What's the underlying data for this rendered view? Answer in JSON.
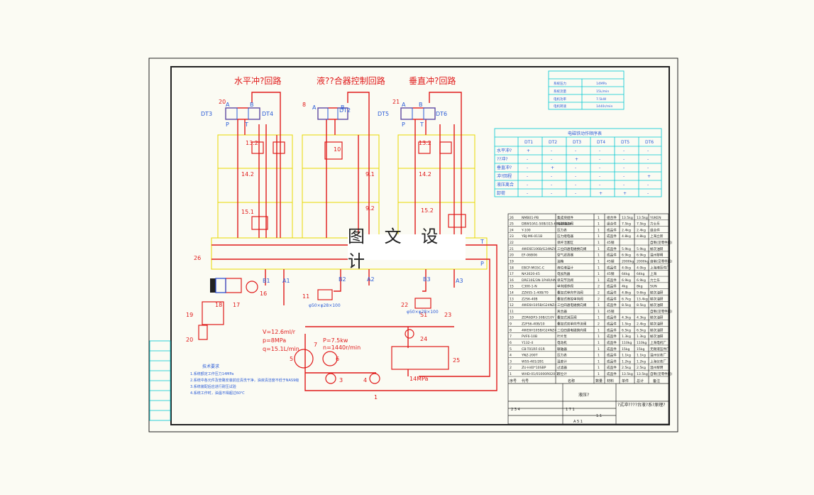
{
  "drawing": {
    "circuit_titles": [
      "水平冲?回路",
      "液??合器控制回路",
      "垂直冲?回路"
    ],
    "watermark": "图 文 设 计",
    "component_labels": [
      "20",
      "A",
      "B",
      "DT3",
      "DT4",
      "P",
      "T",
      "8",
      "A",
      "B",
      "DT2",
      "21",
      "A",
      "B",
      "DT5",
      "DT6",
      "P",
      "T",
      "13.2",
      "10",
      "13.2",
      "14.2",
      "9.1",
      "14.2",
      "15.1",
      "9.2",
      "15.2",
      "26",
      "T",
      "P",
      "B1",
      "A1",
      "B2",
      "A2",
      "B3",
      "A3",
      "16",
      "17",
      "18",
      "11",
      "22",
      "S1",
      "23",
      "19",
      "20",
      "7",
      "5",
      "6",
      "24",
      "25",
      "3",
      "4",
      "1",
      "14MPa"
    ],
    "specs_left": [
      "V=12.6ml/r",
      "p=8MPa",
      "q=15.1L/min"
    ],
    "specs_right": [
      "P=7.5kw",
      "n=1440r/min"
    ],
    "tech_note_title": "技术要求",
    "tech_notes": [
      "1.系统额定工作压力14MPa",
      "2.系统中各元件及管路安装前应清洗干净，油液清洁度不低于NAS9级",
      "3.系统装配后应进行耐压试验",
      "4.系统工作时，油温不得超过60℃"
    ],
    "cylinder_note_1": "φ50×φ28×100",
    "cylinder_note_2": "φ50×φ28×100"
  },
  "param_table": {
    "rows": [
      [
        "系统压力",
        "14MPa"
      ],
      [
        "系统流量",
        "15L/min"
      ],
      [
        "电机功率",
        "7.5kW"
      ],
      [
        "电机转速",
        "1440r/min"
      ]
    ]
  },
  "action_table": {
    "title": "电磁铁动作顺序表",
    "headers": [
      "DT1",
      "DT2",
      "DT3",
      "DT4",
      "DT5",
      "DT6"
    ],
    "rows": [
      {
        "label": "水平冲?",
        "cells": [
          "+",
          "-",
          "-",
          "-",
          "-",
          "-"
        ]
      },
      {
        "label": "??冲?",
        "cells": [
          "-",
          "-",
          "+",
          "-",
          "-",
          "-"
        ]
      },
      {
        "label": "垂直冲?",
        "cells": [
          "-",
          "+",
          "-",
          "-",
          "-",
          "-"
        ]
      },
      {
        "label": "冲?回程",
        "cells": [
          "-",
          "-",
          "-",
          "-",
          "-",
          "+"
        ]
      },
      {
        "label": "液压离合",
        "cells": [
          "-",
          "-",
          "-",
          "-",
          "-",
          "-"
        ]
      },
      {
        "label": "卸荷",
        "cells": [
          "-",
          "-",
          "-",
          "+",
          "+",
          "-"
        ]
      }
    ]
  },
  "parts_list": {
    "rows": [
      [
        "26",
        "NMB01-PB",
        "集成块组件",
        "1",
        "组合件",
        "13.5kg",
        "13.5kg",
        "YUKEN"
      ],
      [
        "25",
        "DBW10A1-50B/315-6EG24NZ4",
        "电磁溢流阀",
        "1",
        "组合件",
        "7.5kg",
        "7.5kg",
        "力士乐"
      ],
      [
        "24",
        "Y-100",
        "压力表",
        "1",
        "成品件",
        "2.4kg",
        "2.4kg",
        "组合件"
      ],
      [
        "23",
        "YBJ-M6-011B",
        "压力继电器",
        "1",
        "成品件",
        "4.8kg",
        "4.8kg",
        "上海立新"
      ],
      [
        "22",
        "",
        "单杆活塞缸",
        "1",
        "45钢",
        "",
        "",
        "自制(见零件图)"
      ],
      [
        "21",
        "4WE6E106B/G24NZ4",
        "三位四通电磁换向阀",
        "1",
        "成品件",
        "5.9kg",
        "5.9kg",
        "榆次油研"
      ],
      [
        "20",
        "EF-06B06",
        "空气滤清器",
        "1",
        "成品件",
        "6.9kg",
        "6.9kg",
        "温州黎明"
      ],
      [
        "19",
        "",
        "油箱",
        "1",
        "45钢",
        "2000kg",
        "2000kg",
        "自制(见零件图)"
      ],
      [
        "18",
        "EBCP-MG5C-C",
        "液位液温计",
        "1",
        "成品件",
        "4.0kg",
        "4.0kg",
        "上海液压件厂"
      ],
      [
        "17",
        "NA3020-45",
        "电加热器",
        "1",
        "45钢",
        "64kg",
        "64kg",
        "上海"
      ],
      [
        "16",
        "DRE10E/3N-1PHR/HN",
        "单向节流阀",
        "1",
        "成品件",
        "6.9kg",
        "6.9kg",
        "力士乐"
      ],
      [
        "15",
        "C300-1-N",
        "单向顺序阀",
        "2",
        "成品件",
        "4kg",
        "8kg",
        "SUN"
      ],
      [
        "14",
        "ZZ6S5-1-40B/70",
        "叠加式单向节流阀",
        "2",
        "成品件",
        "4.8kg",
        "9.6kg",
        "榆次油研"
      ],
      [
        "13",
        "Z2S6-40B",
        "叠加式液控单向阀",
        "2",
        "成品件",
        "6.7kg",
        "13.4kg",
        "榆次油研"
      ],
      [
        "12",
        "4WE6H105B/G24NZ4",
        "三位四通电磁换向阀",
        "1",
        "成品件",
        "8.5kg",
        "8.5kg",
        "榆次油研"
      ],
      [
        "11",
        "",
        "离合器",
        "1",
        "45钢",
        "",
        "",
        "自制(见零件图)"
      ],
      [
        "10",
        "ZDR6DP3-30B/210Y",
        "叠加式减压阀",
        "1",
        "成品件",
        "4.3kg",
        "4.3kg",
        "榆次油研"
      ],
      [
        "9",
        "Z2FS6-40B/10",
        "叠加式双单向节流阀",
        "2",
        "成品件",
        "1.5kg",
        "2.4kg",
        "榆次油研"
      ],
      [
        "8",
        "4WE6H105B/G24NZ4",
        "二位四通电磁换向阀",
        "1",
        "成品件",
        "6.5kg",
        "6.5kg",
        "榆次油研"
      ],
      [
        "7",
        "PVF6-10B",
        "叶片泵",
        "1",
        "成品件",
        "1.3kg",
        "1.3kg",
        "榆次油研"
      ],
      [
        "6",
        "Y132-4",
        "电动机",
        "1",
        "成品件",
        "110kg",
        "110kg",
        "上海电机厂"
      ],
      [
        "5",
        "CB-T01RF-01R",
        "联轴器",
        "1",
        "成品件",
        "15kg",
        "15kg",
        "无锡液压件厂"
      ],
      [
        "4",
        "YNZ-200T",
        "压力表",
        "1",
        "成品件",
        "1.1kg",
        "1.1kg",
        "温州仪表厂"
      ],
      [
        "3",
        "WSS-481/2B1",
        "温度计",
        "1",
        "成品件",
        "1.2kg",
        "1.2kg",
        "上海仪表厂"
      ],
      [
        "2",
        "ZU-H40*10SBP",
        "过滤器",
        "1",
        "成品件",
        "2.5kg",
        "2.5kg",
        "温州黎明"
      ],
      [
        "1",
        "WHD-01/01000R020-1",
        "液位计",
        "1",
        "成品件",
        "13.5kg",
        "13.5kg",
        "自制(见零件图)"
      ]
    ],
    "header": [
      "序号",
      "代号",
      "名称",
      "数量",
      "材料",
      "单件",
      "总计",
      "备注"
    ]
  },
  "title_block": {
    "drawing_name": "液压?",
    "project_title": "?式冲????台液?系?原理?",
    "scale": "1:1",
    "codes": [
      "1 7 1",
      "2 3 4",
      "A 5 1"
    ]
  }
}
